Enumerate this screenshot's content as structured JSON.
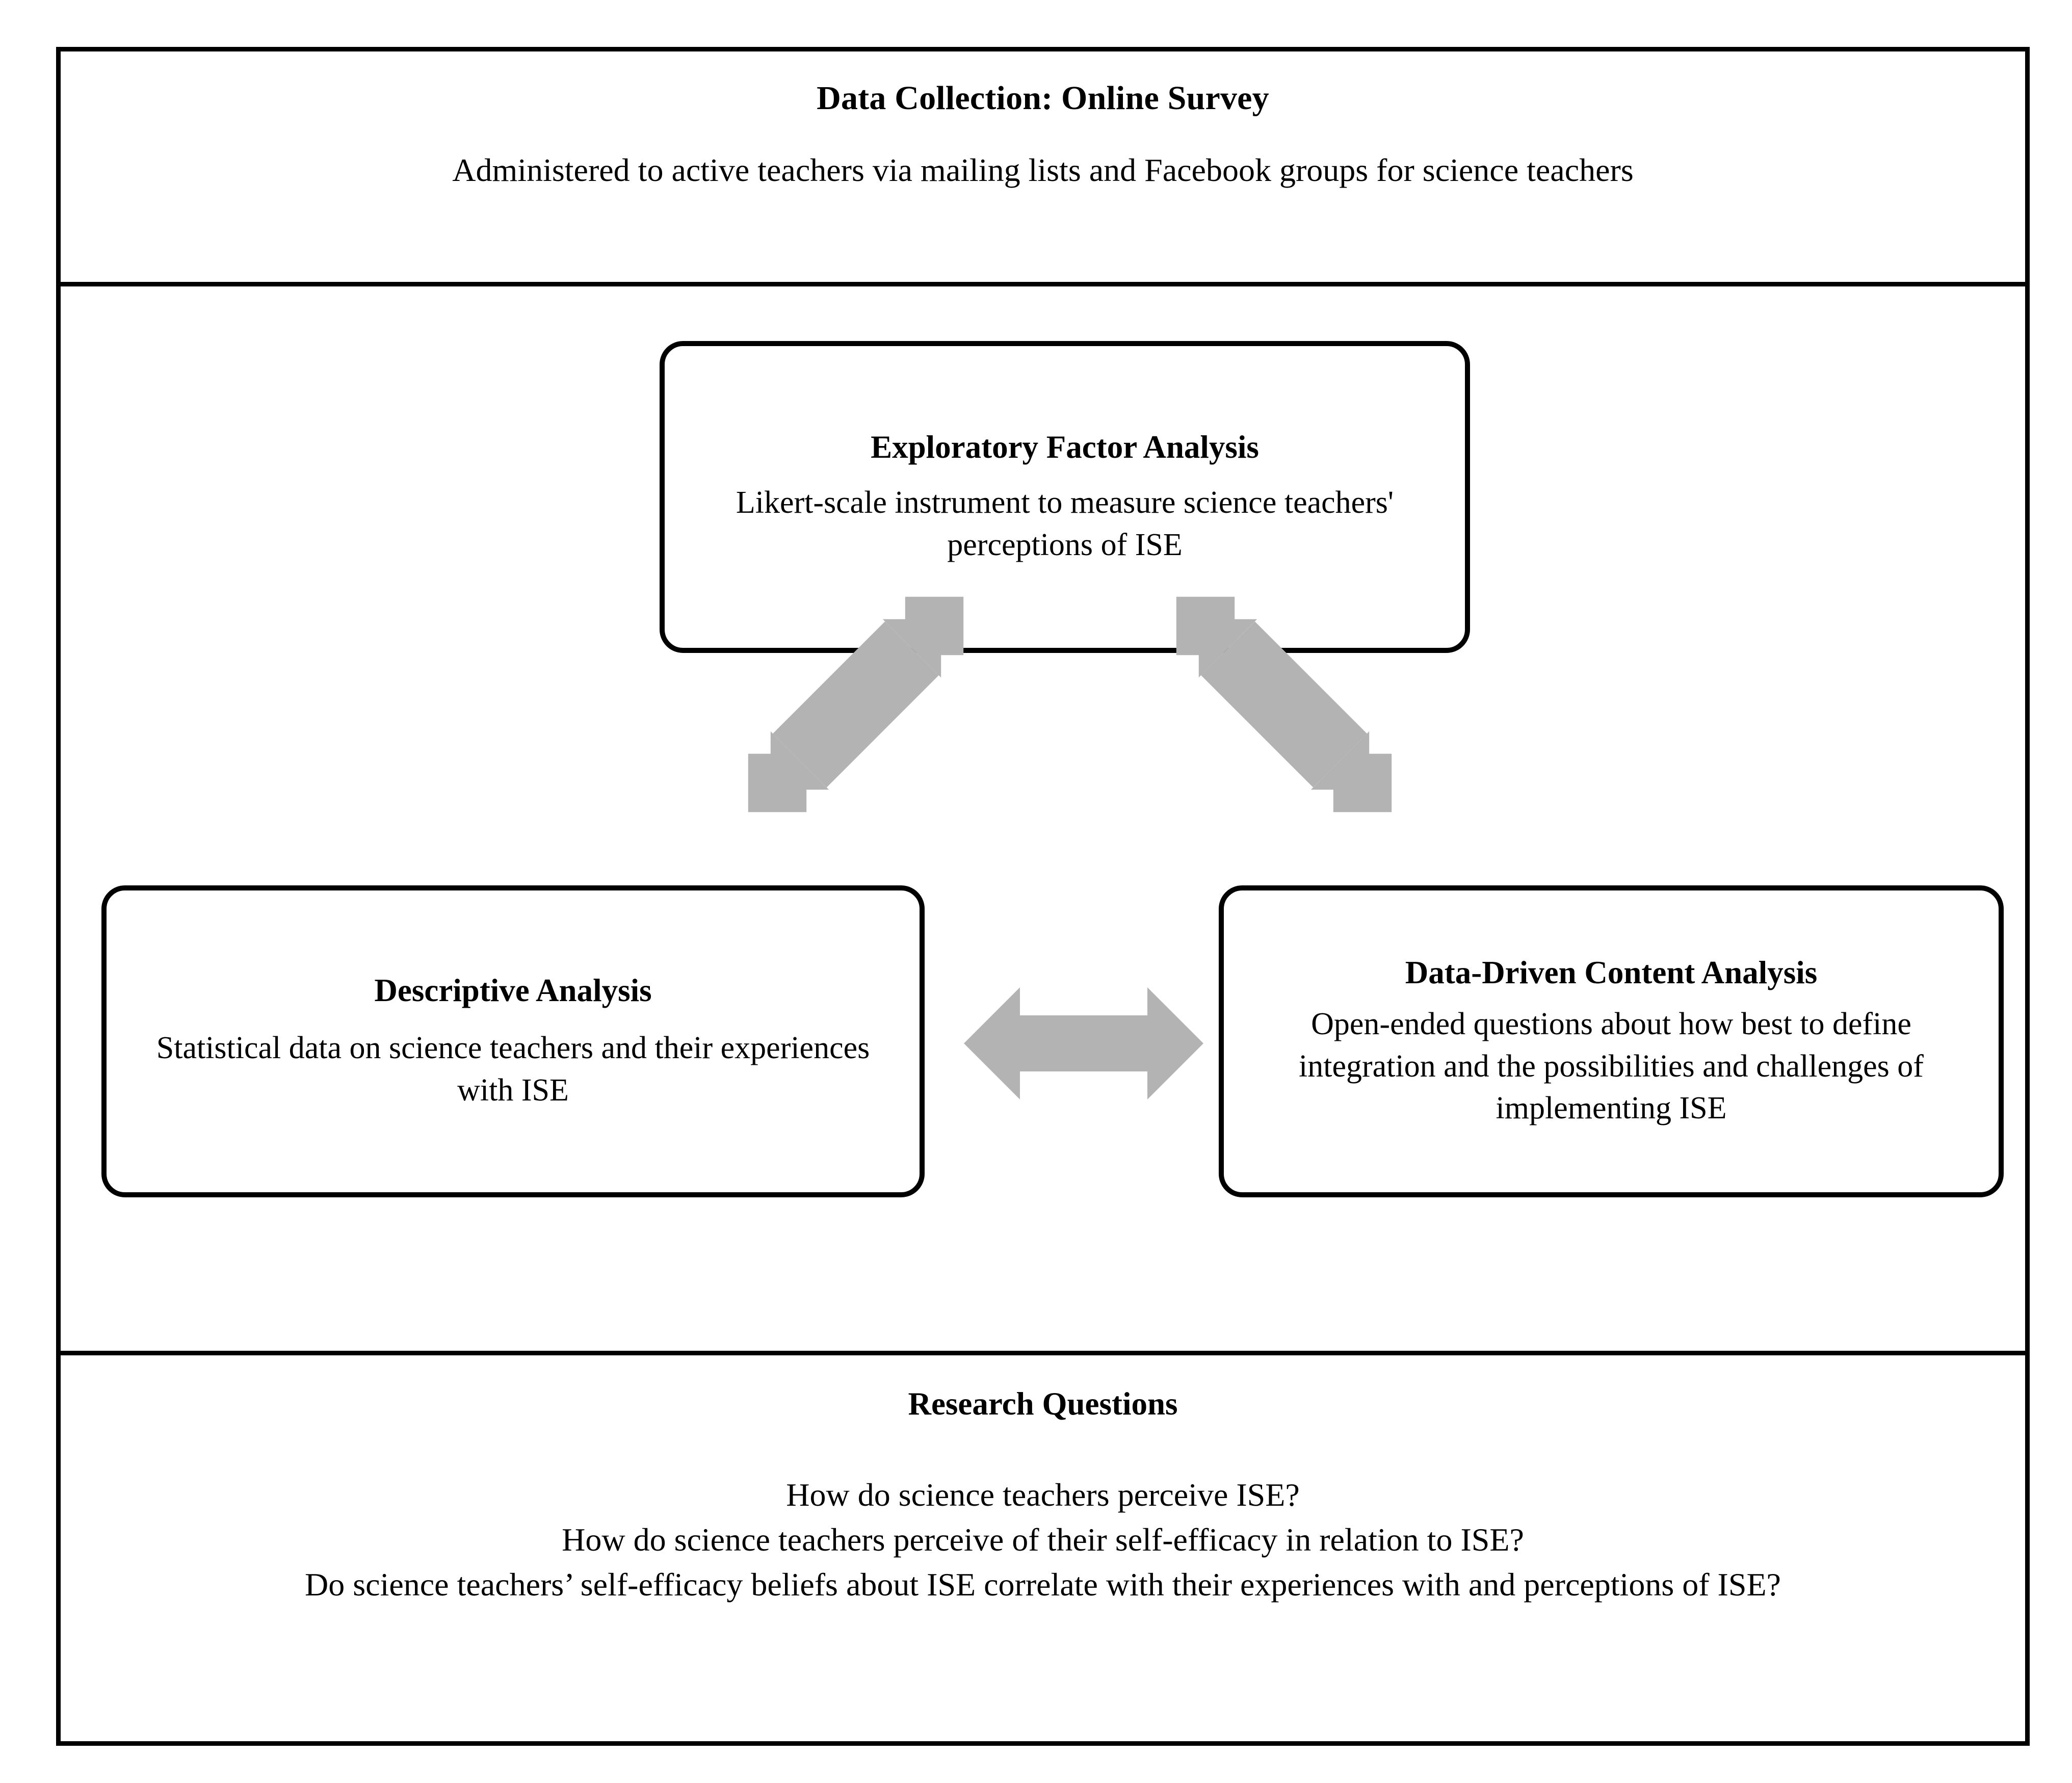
{
  "figure": {
    "type": "research-design-flow-diagram",
    "accent_color": "#000000",
    "arrow_color": "#b3b3b3",
    "background_color": "#ffffff"
  },
  "header": {
    "title": "Data Collection: Online Survey",
    "subtitle": "Administered to active teachers via mailing lists and Facebook groups for science teachers"
  },
  "analysis": {
    "efa": {
      "title": "Exploratory Factor Analysis",
      "body": "Likert-scale instrument to measure science teachers' perceptions of ISE"
    },
    "descriptive": {
      "title": "Descriptive Analysis",
      "body": "Statistical data on science teachers and their experiences with ISE"
    },
    "content": {
      "title": "Data-Driven Content Analysis",
      "body": "Open-ended questions about how best to define integration and the possibilities and challenges of implementing ISE"
    },
    "arrows": [
      {
        "name": "efa-descriptive-arrow",
        "direction": "bidirectional",
        "orientation": "diagonal-ne-sw",
        "color": "#b3b3b3"
      },
      {
        "name": "efa-content-arrow",
        "direction": "bidirectional",
        "orientation": "diagonal-nw-se",
        "color": "#b3b3b3"
      },
      {
        "name": "descriptive-content-arrow",
        "direction": "bidirectional",
        "orientation": "horizontal",
        "color": "#b3b3b3"
      }
    ]
  },
  "questions": {
    "title": "Research Questions",
    "items": [
      "How do science teachers perceive ISE?",
      "How do science teachers perceive of their self-efficacy in relation to ISE?",
      "Do science teachers’ self-efficacy beliefs about ISE correlate with their experiences with and perceptions of ISE?"
    ]
  }
}
